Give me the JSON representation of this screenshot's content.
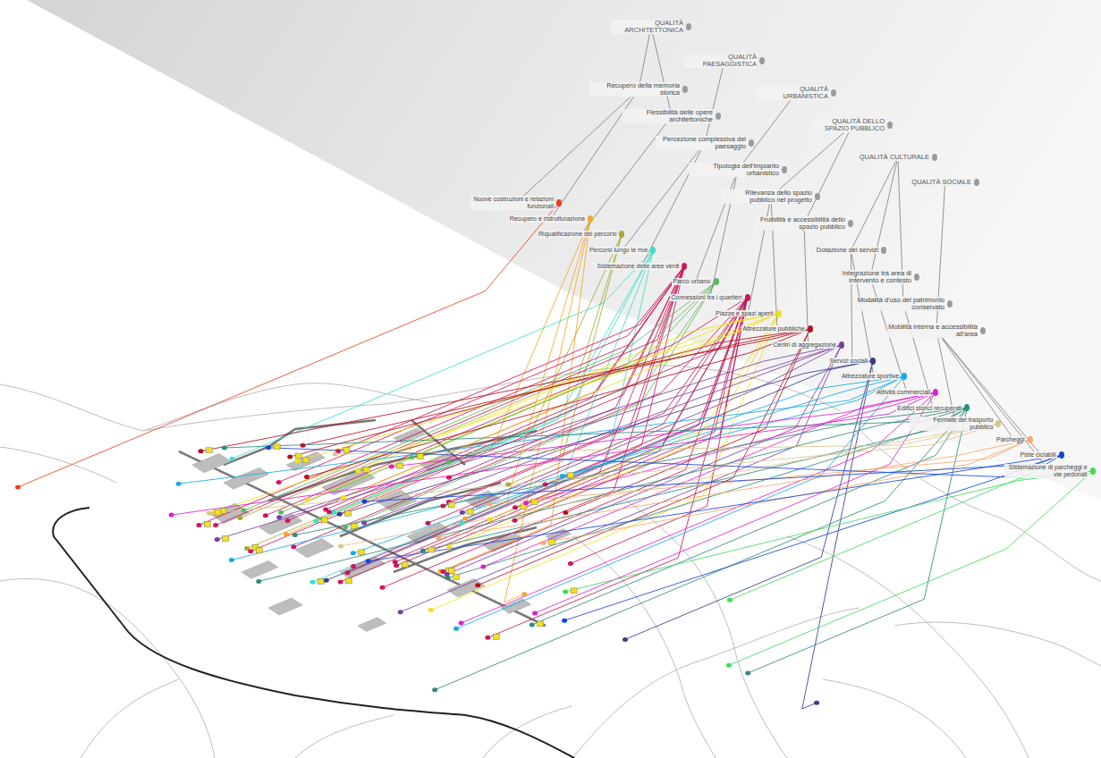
{
  "diagram": {
    "nodes": [
      {
        "text": [
          "QUALITÀ ARCHITETTONICA"
        ]
      },
      {
        "text": [
          "QUALITÀ PAESAGGISTICA"
        ]
      },
      {
        "text": [
          "QUALITÀ URBANISTICA"
        ]
      },
      {
        "text": [
          "QUALITÀ DELLO SPAZIO PUBBLICO"
        ]
      },
      {
        "text": [
          "QUALITÀ CULTURALE"
        ]
      },
      {
        "text": [
          "QUALITÀ SOCIALE"
        ]
      },
      {
        "text": [
          "Recupero della memoria storica"
        ]
      },
      {
        "text": [
          "Flessibilità delle opere architettoniche"
        ]
      },
      {
        "text": [
          "Percezione complessiva del paesaggio"
        ]
      },
      {
        "text": [
          "Tipologia dell'impianto urbanistico"
        ]
      },
      {
        "text": [
          "Rilevanza dello spazio pubblico nel progetto"
        ]
      },
      {
        "text": [
          "Fruibilità e accessibilità dello spazio pubblico"
        ]
      },
      {
        "text": [
          "Dotazione dei servizi"
        ]
      },
      {
        "text": [
          "Integrazione tra area di intervento e contesto"
        ]
      },
      {
        "text": [
          "Modalità d'uso del patrimonio conservato"
        ]
      },
      {
        "text": [
          "Mobilità interna e accessibilità all'area"
        ]
      },
      {
        "text": [
          "Nuove costruzioni e relazioni funzionali"
        ]
      },
      {
        "text": [
          "Recupero e ristrutturazione"
        ]
      },
      {
        "text": [
          "Riqualificazione dei percorsi"
        ]
      },
      {
        "text": [
          "Percorsi lungo le rive"
        ]
      },
      {
        "text": [
          "Sistemazione delle aree verdi"
        ]
      },
      {
        "text": [
          "Parco urbano"
        ]
      },
      {
        "text": [
          "Connessioni tra i quartieri"
        ]
      },
      {
        "text": [
          "Piazze e spazi aperti"
        ]
      },
      {
        "text": [
          "Attrezzature pubbliche"
        ]
      },
      {
        "text": [
          "Centri di aggregazione"
        ]
      },
      {
        "text": [
          "Servizi sociali"
        ]
      },
      {
        "text": [
          "Attrezzature sportive"
        ]
      },
      {
        "text": [
          "Attività commerciali"
        ]
      },
      {
        "text": [
          "Edifici storici recuperati"
        ]
      },
      {
        "text": [
          "Fermate del trasporto pubblico"
        ]
      },
      {
        "text": [
          "Parcheggi"
        ]
      },
      {
        "text": [
          "Piste ciclabili"
        ]
      },
      {
        "text": [
          "Sistemazione di parcheggi e vie pedonali"
        ]
      }
    ],
    "edges": [
      {
        "from": 0,
        "to": 6,
        "arrow": "none"
      },
      {
        "from": 0,
        "to": 7,
        "arrow": "none"
      },
      {
        "from": 1,
        "to": 8,
        "arrow": "none"
      },
      {
        "from": 2,
        "to": 9,
        "arrow": "none"
      },
      {
        "from": 3,
        "to": 10,
        "arrow": "none"
      },
      {
        "from": 3,
        "to": 11,
        "arrow": "none"
      },
      {
        "from": 4,
        "to": 12,
        "arrow": "none"
      },
      {
        "from": 4,
        "to": 13,
        "arrow": "none"
      },
      {
        "from": 4,
        "to": 14,
        "arrow": "none"
      },
      {
        "from": 5,
        "to": 15,
        "arrow": "none"
      },
      {
        "from": 6,
        "to": 16,
        "arrow": "none"
      },
      {
        "from": 6,
        "to": 17,
        "arrow": "none"
      },
      {
        "from": 7,
        "to": 18,
        "arrow": "none"
      },
      {
        "from": 8,
        "to": 19,
        "arrow": "none"
      },
      {
        "from": 8,
        "to": 20,
        "arrow": "none"
      },
      {
        "from": 9,
        "to": 21,
        "arrow": "none"
      },
      {
        "from": 9,
        "to": 22,
        "arrow": "none"
      },
      {
        "from": 10,
        "to": 23,
        "arrow": "none"
      },
      {
        "from": 10,
        "to": 24,
        "arrow": "none"
      },
      {
        "from": 11,
        "to": 25,
        "arrow": "none"
      },
      {
        "from": 12,
        "to": 26,
        "arrow": "none"
      },
      {
        "from": 12,
        "to": 27,
        "arrow": "none"
      },
      {
        "from": 13,
        "to": 28,
        "arrow": "none"
      },
      {
        "from": 14,
        "to": 29,
        "arrow": "none"
      },
      {
        "from": 15,
        "to": 30,
        "arrow": "none"
      },
      {
        "from": 15,
        "to": 31,
        "arrow": "none"
      },
      {
        "from": 15,
        "to": 32,
        "arrow": "none"
      },
      {
        "from": 15,
        "to": 33,
        "arrow": "none"
      }
    ]
  }
}
